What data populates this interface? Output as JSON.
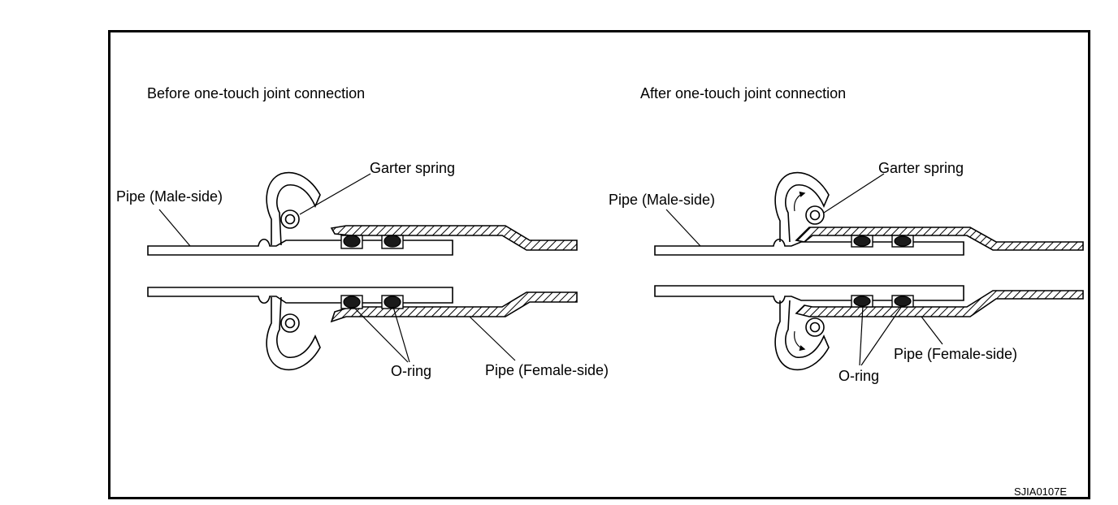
{
  "figure": {
    "left_panel": {
      "heading": "Before one-touch joint connection",
      "labels": {
        "garter_spring": "Garter spring",
        "pipe_male": "Pipe (Male-side)",
        "o_ring": "O-ring",
        "pipe_female": "Pipe (Female-side)"
      }
    },
    "right_panel": {
      "heading": "After one-touch joint connection",
      "labels": {
        "garter_spring": "Garter spring",
        "pipe_male": "Pipe (Male-side)",
        "o_ring": "O-ring",
        "pipe_female": "Pipe (Female-side)"
      }
    },
    "figure_code": "SJIA0107E"
  }
}
